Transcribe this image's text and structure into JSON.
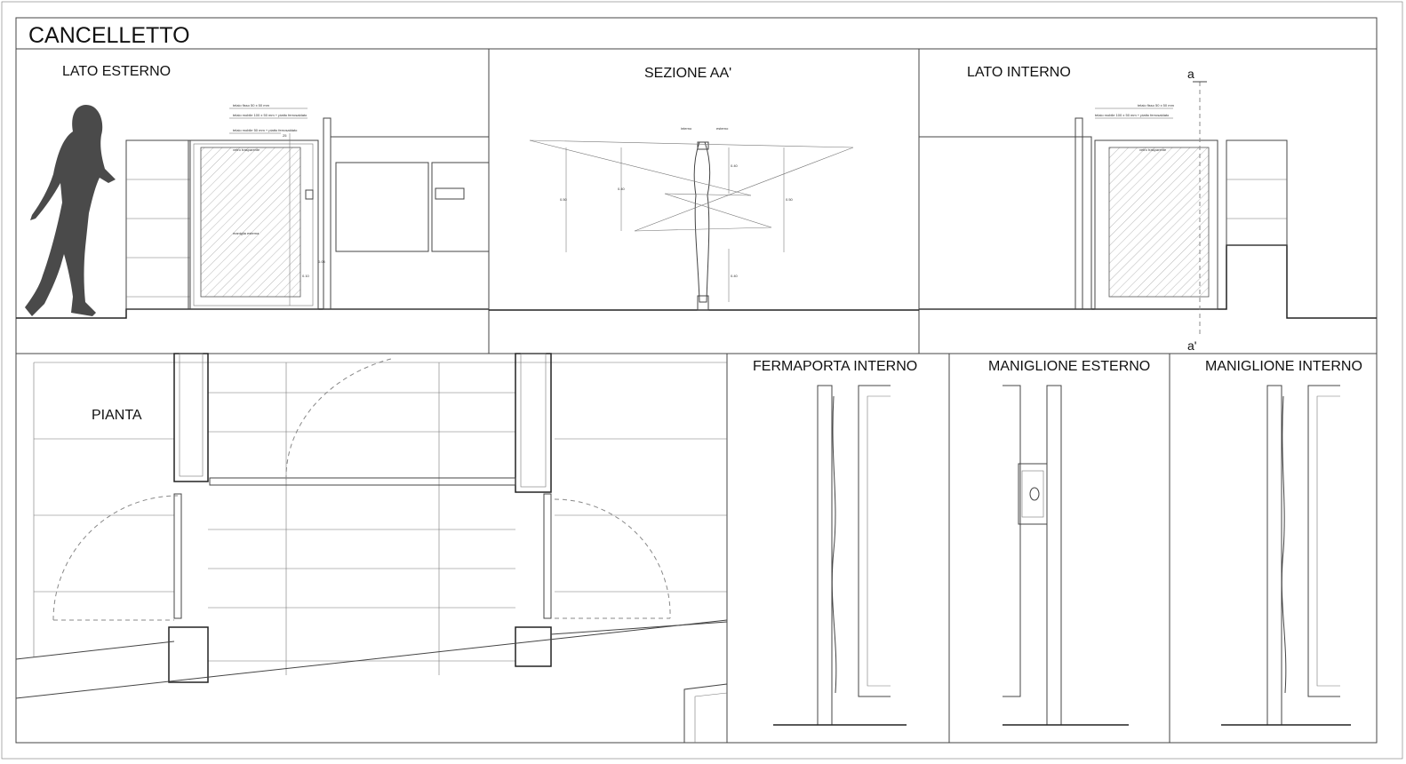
{
  "sheet": {
    "title": "CANCELLETTO"
  },
  "panels": {
    "lato_esterno": {
      "title": "LATO ESTERNO"
    },
    "sezione": {
      "title": "SEZIONE AA'"
    },
    "lato_interno": {
      "title": "LATO INTERNO"
    },
    "pianta": {
      "title": "PIANTA"
    },
    "fermaporta_interno": {
      "title": "FERMAPORTA INTERNO"
    },
    "maniglione_esterno": {
      "title": "MANIGLIONE ESTERNO"
    },
    "maniglione_interno": {
      "title": "MANIGLIONE INTERNO"
    }
  },
  "section_marks": {
    "top": "a",
    "bottom": "a'"
  },
  "annotations": {
    "telaio_fisso": "telaio fisso 50 x 50 mm",
    "telaio_mobile": "telaio mobile 100 x 50 mm + piatto ferrosaldato",
    "telaio_mobile_b": "telaio mobile 50 mm + piatto ferrosaldato",
    "vetro": "vetro trasparente",
    "cerniera": "maniglia esterna",
    "dim_25": "25",
    "dim_003": "0.03",
    "dim_010": "0.10",
    "dim_040": "0.40",
    "dim_050": "0.50",
    "interno": "interno",
    "esterno": "esterno"
  },
  "colors": {
    "line": "#444444",
    "silhouette": "#4a4a4a",
    "frame": "#555555",
    "paper": "#ffffff"
  }
}
